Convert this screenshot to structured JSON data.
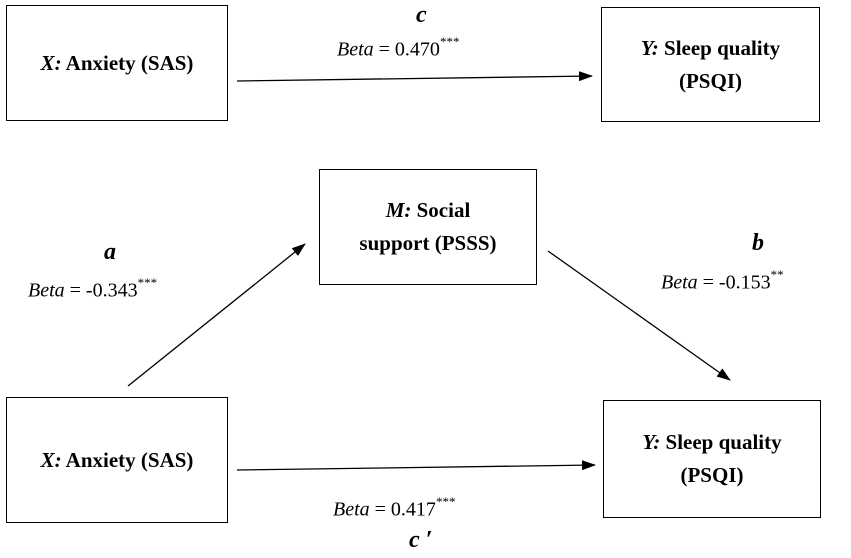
{
  "total_effect": {
    "x_box": {
      "variable": "X:",
      "label": "Anxiety (SAS)"
    },
    "y_box": {
      "variable": "Y:",
      "label_line1": "Sleep quality",
      "label_line2": "(PSQI)"
    },
    "path_c": {
      "letter": "c",
      "beta_word": "Beta",
      "beta_value": " = 0.470",
      "significance": "***"
    }
  },
  "mediation_model": {
    "m_box": {
      "variable": "M:",
      "label_line1": "Social",
      "label_line2": "support (PSSS)"
    },
    "x_box": {
      "variable": "X:",
      "label": "Anxiety (SAS)"
    },
    "y_box": {
      "variable": "Y:",
      "label_line1": "Sleep quality",
      "label_line2": "(PSQI)"
    },
    "path_a": {
      "letter": "a",
      "beta_word": "Beta",
      "beta_value": " = -0.343",
      "significance": "***"
    },
    "path_b": {
      "letter": "b",
      "beta_word": "Beta",
      "beta_value": " = -0.153",
      "significance": "**"
    },
    "path_c_prime": {
      "letter": "c ′",
      "beta_word": "Beta",
      "beta_value": " = 0.417",
      "significance": "***"
    }
  }
}
